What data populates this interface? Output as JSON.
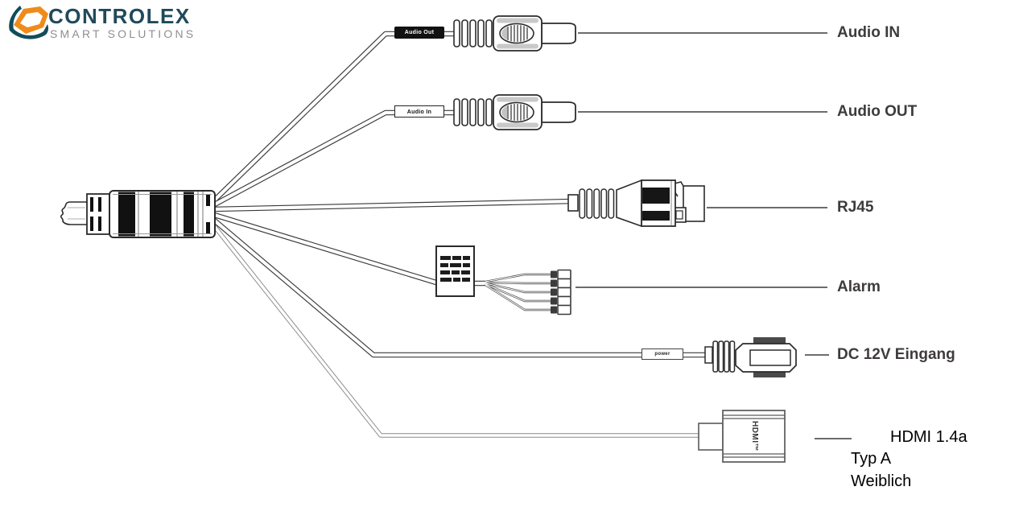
{
  "page": {
    "background": "#ffffff"
  },
  "logo": {
    "brand": "CONTROLEX",
    "tagline": "SMART SOLUTIONS",
    "colors": {
      "orange": "#EF8B1B",
      "teal": "#114C5C",
      "brand_text": "#1F4A5A",
      "tagline_text": "#8F8F8F"
    }
  },
  "diagram": {
    "line_color": "#3A3A3A",
    "label_color": "#3F3B3B",
    "connectors": [
      {
        "id": "audio-in",
        "label": "Audio IN",
        "cable_tag": "Audio Out"
      },
      {
        "id": "audio-out",
        "label": "Audio OUT",
        "cable_tag": "Audio In"
      },
      {
        "id": "rj45",
        "label": "RJ45"
      },
      {
        "id": "alarm",
        "label": "Alarm"
      },
      {
        "id": "dc-12v",
        "label": "DC 12V Eingang",
        "cable_tag": "power"
      },
      {
        "id": "hdmi",
        "label": "HDMI 1.4a",
        "label_line2": "Typ A",
        "label_line3": "Weiblich",
        "connector_print": "HDMI™"
      }
    ]
  }
}
